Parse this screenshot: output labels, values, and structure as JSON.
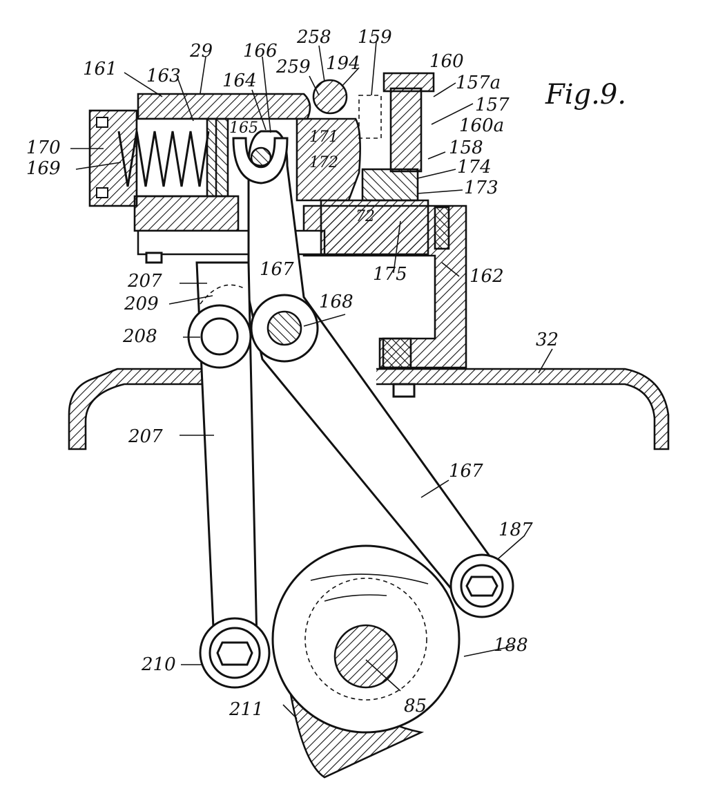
{
  "figure": {
    "title": "Fig.9.",
    "labels": [
      {
        "id": "l161",
        "text": "161"
      },
      {
        "id": "l29",
        "text": "29"
      },
      {
        "id": "l163",
        "text": "163"
      },
      {
        "id": "l166",
        "text": "166"
      },
      {
        "id": "l164",
        "text": "164"
      },
      {
        "id": "l258",
        "text": "258"
      },
      {
        "id": "l259",
        "text": "259"
      },
      {
        "id": "l194",
        "text": "194"
      },
      {
        "id": "l159",
        "text": "159"
      },
      {
        "id": "l160",
        "text": "160"
      },
      {
        "id": "l157a",
        "text": "157a"
      },
      {
        "id": "l157",
        "text": "157"
      },
      {
        "id": "l160a",
        "text": "160a"
      },
      {
        "id": "l158",
        "text": "158"
      },
      {
        "id": "l174",
        "text": "174"
      },
      {
        "id": "l173",
        "text": "173"
      },
      {
        "id": "l170",
        "text": "170"
      },
      {
        "id": "l169",
        "text": "169"
      },
      {
        "id": "l165",
        "text": "165"
      },
      {
        "id": "l171",
        "text": "171"
      },
      {
        "id": "l172",
        "text": "172"
      },
      {
        "id": "l72",
        "text": "72"
      },
      {
        "id": "l175",
        "text": "175"
      },
      {
        "id": "l162",
        "text": "162"
      },
      {
        "id": "l167a",
        "text": "167"
      },
      {
        "id": "l207a",
        "text": "207"
      },
      {
        "id": "l209",
        "text": "209"
      },
      {
        "id": "l168",
        "text": "168"
      },
      {
        "id": "l208",
        "text": "208"
      },
      {
        "id": "l32",
        "text": "32"
      },
      {
        "id": "l207b",
        "text": "207"
      },
      {
        "id": "l167b",
        "text": "167"
      },
      {
        "id": "l187",
        "text": "187"
      },
      {
        "id": "l188",
        "text": "188"
      },
      {
        "id": "l210",
        "text": "210"
      },
      {
        "id": "l211",
        "text": "211"
      },
      {
        "id": "l85",
        "text": "85"
      }
    ]
  }
}
